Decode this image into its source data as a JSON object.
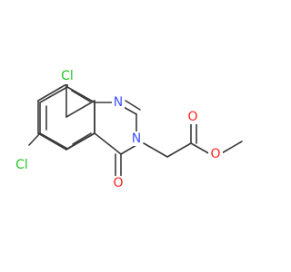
{
  "molecule": {
    "atoms": {
      "cl_top": {
        "text": "Cl",
        "color": "#22c322"
      },
      "cl_left": {
        "text": "Cl",
        "color": "#22c322"
      },
      "n_top": {
        "text": "N",
        "color": "#3f51ff"
      },
      "n_mid": {
        "text": "N",
        "color": "#3f51ff"
      },
      "o_carbonyl": {
        "text": "O",
        "color": "#ff1f1f"
      },
      "o_ester_double": {
        "text": "O",
        "color": "#ff1f1f"
      },
      "o_ester_single": {
        "text": "O",
        "color": "#ff1f1f"
      }
    }
  }
}
